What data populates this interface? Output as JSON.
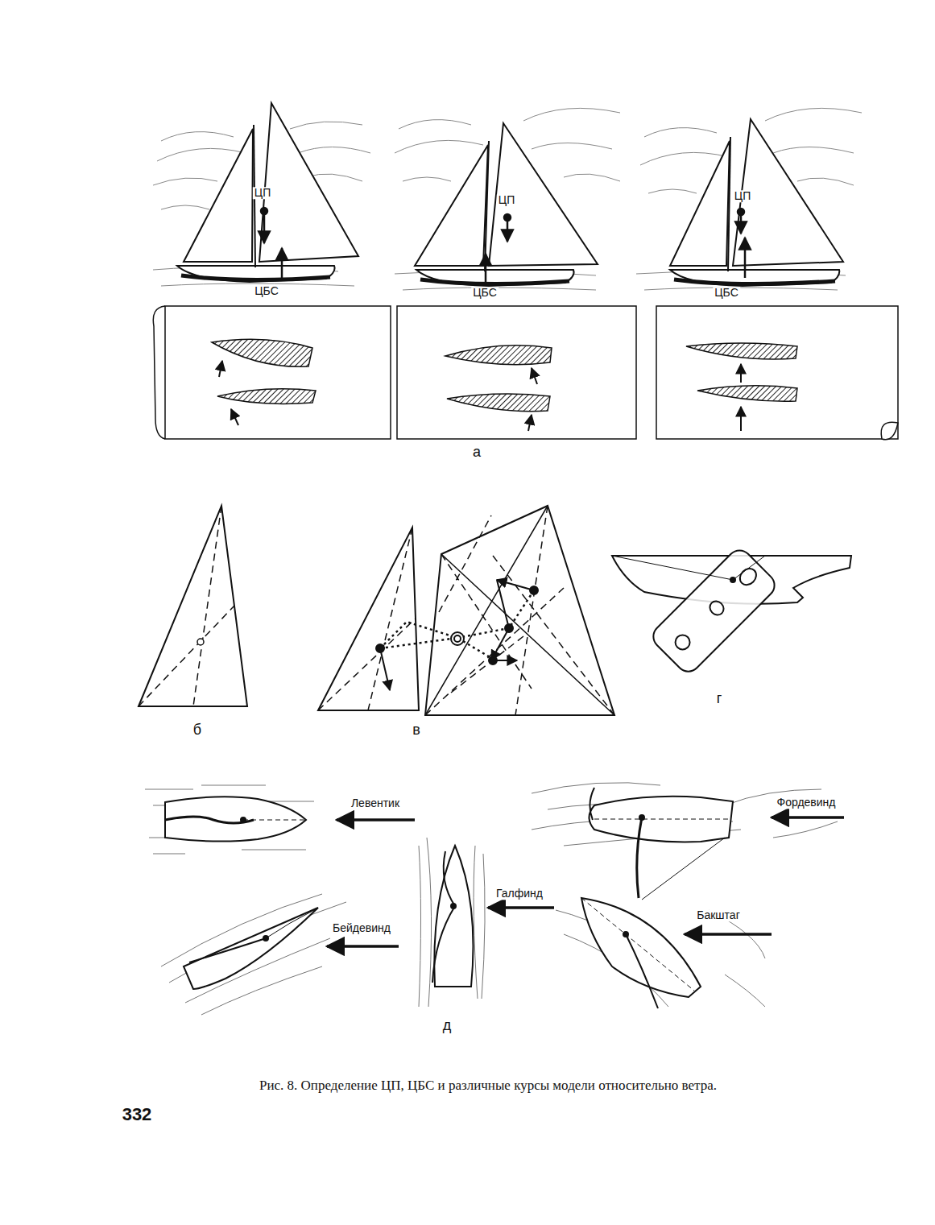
{
  "diagram": {
    "caption": "Рис. 8. Определение ЦП, ЦБС и различные курсы модели относительно ветра.",
    "labels": [
      "ЦП",
      "ЦБС",
      "ЦП",
      "ЦБС",
      "ЦП",
      "ЦБС",
      "а",
      "б",
      "в",
      "г",
      "Левентик",
      "Фордевинд",
      "Галфинд",
      "Бакштаг",
      "Бейдевинд",
      "д",
      "332"
    ]
  }
}
